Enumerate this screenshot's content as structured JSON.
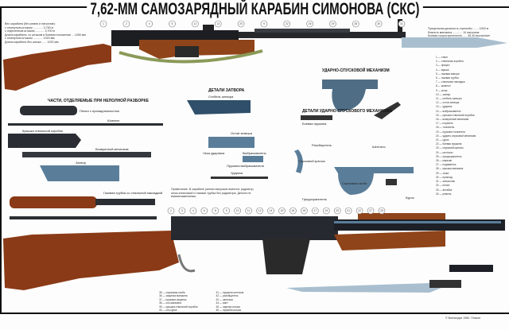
{
  "title": "7,62-ММ САМОЗАРЯДНЫЙ КАРАБИН СИМОНОВА (СКС)",
  "top_left_specs": [
    "Вес карабина (без ремня и патронов):",
    "с откинутым штыком ............ 3,750 кг",
    "с отделенным штыком ........... 3,700 кг",
    "Длина карабина: со штыком в боевом положении ... 1260 мм",
    "с откинутым штыком ............ 1020 мм",
    "Длина карабина без штыка ...... 1020 мм"
  ],
  "top_right_specs": [
    "Прицельная дальность стрельбы ....... 1000 м",
    "Емкость магазина ............ 10 патронов",
    "Боевая скорострельность ..... 35-40 выстр/мин"
  ],
  "sections": {
    "partial_disassembly": "ЧАСТИ, ОТДЕЛЯЕМЫЕ ПРИ НЕПОЛНОЙ РАЗБОРКЕ",
    "bolt_parts": "ДЕТАЛИ ЗАТВОРА",
    "trigger_mechanism": "УДАРНО-СПУСКОВОЙ МЕХАНИЗМ",
    "trigger_parts": "ДЕТАЛИ УДАРНО-СПУСКОВОГО МЕХАНИЗМА"
  },
  "labels": {
    "cleaning_kit": "Пенал с принадлежностью",
    "cleaning_rod": "Шомпол",
    "receiver_cover": "Крышка ствольной коробки",
    "recoil_spring": "Возвратный механизм",
    "bolt_carrier": "Затвор",
    "gas_tube": "Газовая трубка со ствольной накладкой",
    "bolt_frame": "Стебель затвора",
    "bolt_body": "Остов затвора",
    "firing_pin_pin": "Чека ударника",
    "extractor": "Выбрасыватель",
    "extractor_spring": "Пружина выбрасывателя",
    "firing_pin": "Ударник",
    "hammer": "Курок",
    "trigger_guard": "Спусковая скоба",
    "safety": "Предохранитель",
    "sear": "Шептало",
    "trigger": "Спусковой крючок",
    "disconnector": "Разобщитель",
    "hammer_spring": "Боевая пружина"
  },
  "note": "Примечание. В карабине ранних выпусков имеется: радиатор, штык клинковый и газовая трубка без радиатора. Детали не взаимозаменяемы.",
  "parts_list": [
    "1 — ствол",
    "2 — ствольная коробка",
    "3 — прицел",
    "4 — мушка",
    "5 — газовая камора",
    "6 — газовая трубка",
    "7 — ствольная накладка",
    "8 — шомпол",
    "9 — штык",
    "10 — затвор",
    "11 — стебель затвора",
    "12 — остов затвора",
    "13 — ударник",
    "14 — выбрасыватель",
    "15 — крышка ствольной коробки",
    "16 — возвратный механизм",
    "17 — поршень",
    "18 — толкатель",
    "19 — пружина толкателя",
    "20 — ударно-спусковой механизм",
    "21 — курок",
    "22 — боевая пружина",
    "23 — спусковой крючок",
    "24 — шептало",
    "25 — предохранитель",
    "26 — магазин",
    "27 — подаватель",
    "28 — крышка магазина",
    "29 — ложа",
    "30 — приклад",
    "31 — затыльник",
    "32 — пенал",
    "33 — антабка",
    "34 — ремень"
  ],
  "bottom_legend": [
    "35 — спусковая скоба",
    "36 — защелка магазина",
    "37 — пружина защелки",
    "38 — ось магазина",
    "39 — крышка ствольной коробки",
    "40 — ось курка",
    "41 — пружина шептала",
    "42 — разобщитель",
    "43 — шпилька",
    "44 — винт",
    "45 — шарнир штыка",
    "46 — пружина штыка"
  ],
  "imprint": "© Воениздат 1960. Плакат",
  "callouts_top": [
    "1",
    "2",
    "4",
    "5",
    "12",
    "13",
    "20",
    "9",
    "22",
    "26",
    "29",
    "28",
    "30",
    "31"
  ],
  "callouts_bottom": [
    "2",
    "3",
    "4",
    "6",
    "8",
    "9",
    "10",
    "11",
    "12",
    "14",
    "15",
    "16",
    "18",
    "17",
    "19",
    "20",
    "21",
    "22",
    "27",
    "25"
  ],
  "colors": {
    "wood": "#8a3a16",
    "steel": "#1c1e22",
    "blue_steel": "#5a7e9a",
    "bayonet": "#a9bfcf",
    "sling": "#8a9a58"
  }
}
